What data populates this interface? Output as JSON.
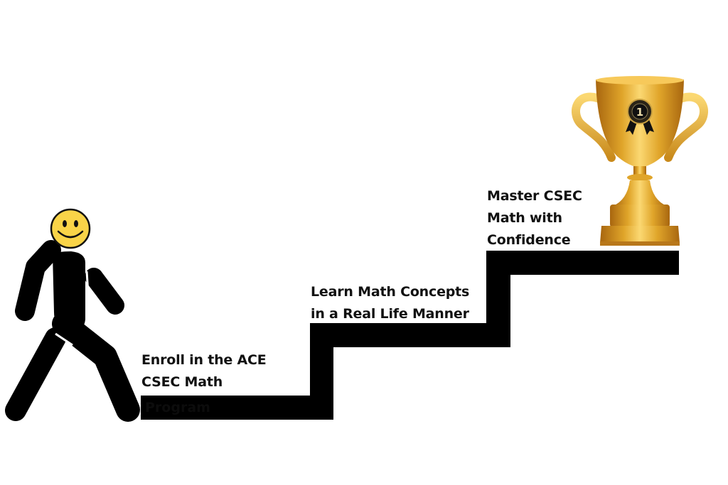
{
  "steps": [
    {
      "label_lines": [
        "Enroll in the ACE",
        "CSEC Math"
      ],
      "hidden_label": "Program"
    },
    {
      "label_lines": [
        "Learn Math Concepts",
        "in a Real Life Manner"
      ]
    },
    {
      "label_lines": [
        "Master CSEC",
        "Math with",
        "Confidence"
      ]
    }
  ],
  "trophy": {
    "badge_number": "1"
  },
  "icons": {
    "person": "walking-person-icon",
    "face": "smiley-face-icon",
    "trophy": "gold-trophy-icon",
    "badge": "award-badge-icon"
  },
  "colors": {
    "stairs": "#000000",
    "smiley": "#F9D448",
    "gold": "#E0A52A",
    "gold_light": "#FBD872",
    "gold_dark": "#A8660F"
  }
}
